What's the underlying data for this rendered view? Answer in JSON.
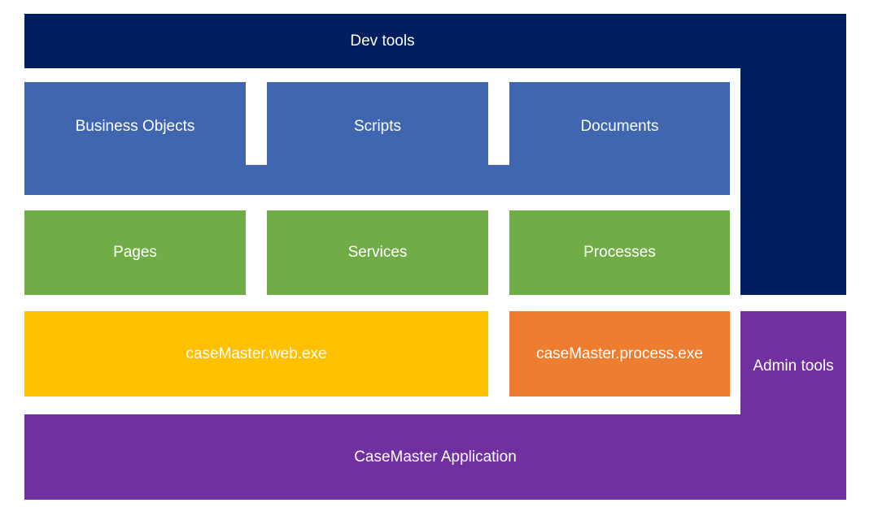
{
  "dev_tools": {
    "label": "Dev tools",
    "color": "#001f5f"
  },
  "business_layer": {
    "color": "#3f66ae",
    "items": [
      {
        "label": "Business Objects"
      },
      {
        "label": "Scripts"
      },
      {
        "label": "Documents"
      }
    ]
  },
  "runtime_layer": {
    "color": "#70ad47",
    "items": [
      {
        "label": "Pages"
      },
      {
        "label": "Services"
      },
      {
        "label": "Processes"
      }
    ]
  },
  "executables": {
    "web": {
      "label": "caseMaster.web.exe",
      "color": "#ffc000"
    },
    "process": {
      "label": "caseMaster.process.exe",
      "color": "#ed7d31"
    }
  },
  "admin_tools": {
    "label": "Admin tools",
    "color": "#7030a0"
  },
  "application": {
    "label": "CaseMaster Application",
    "color": "#7030a0"
  }
}
